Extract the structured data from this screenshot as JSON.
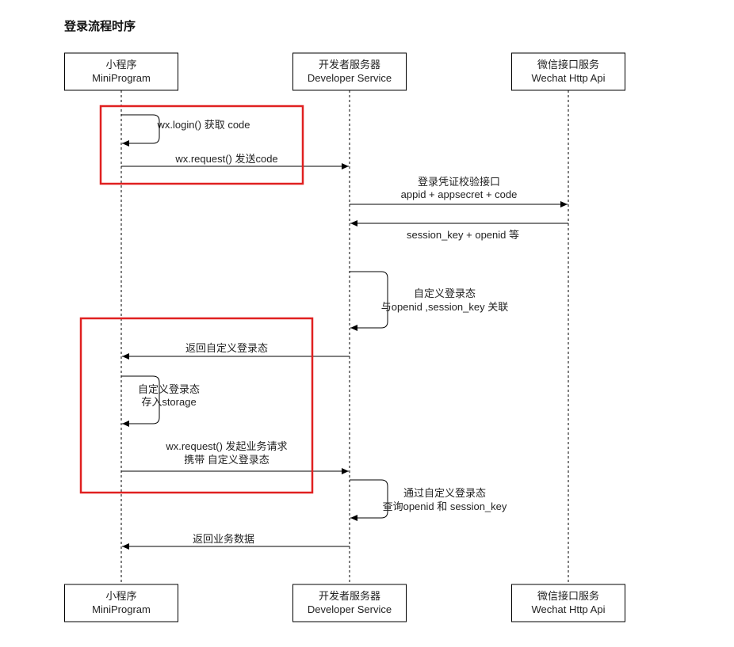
{
  "title": "登录流程时序",
  "participants": [
    {
      "id": "mini",
      "name_cn": "小程序",
      "name_en": "MiniProgram"
    },
    {
      "id": "dev",
      "name_cn": "开发者服务器",
      "name_en": "Developer Service"
    },
    {
      "id": "wx",
      "name_cn": "微信接口服务",
      "name_en": "Wechat Http Api"
    }
  ],
  "messages": [
    {
      "id": "login",
      "type": "self",
      "from": "mini",
      "lines": [
        "wx.login() 获取 code"
      ]
    },
    {
      "id": "send-code",
      "type": "call",
      "from": "mini",
      "to": "dev",
      "lines": [
        "wx.request() 发送code"
      ]
    },
    {
      "id": "verify",
      "type": "call",
      "from": "dev",
      "to": "wx",
      "lines": [
        "登录凭证校验接口",
        "appid + appsecret + code"
      ]
    },
    {
      "id": "return-session",
      "type": "call",
      "from": "wx",
      "to": "dev",
      "lines": [
        "session_key + openid 等"
      ]
    },
    {
      "id": "custom-state",
      "type": "self",
      "from": "dev",
      "lines": [
        "自定义登录态",
        "与openid ,session_key 关联"
      ]
    },
    {
      "id": "return-state",
      "type": "call",
      "from": "dev",
      "to": "mini",
      "lines": [
        "返回自定义登录态"
      ]
    },
    {
      "id": "store-state",
      "type": "self",
      "from": "mini",
      "lines": [
        "自定义登录态",
        "存入storage"
      ]
    },
    {
      "id": "business-request",
      "type": "call",
      "from": "mini",
      "to": "dev",
      "lines": [
        "wx.request() 发起业务请求",
        "携带 自定义登录态"
      ]
    },
    {
      "id": "query-session",
      "type": "self",
      "from": "dev",
      "lines": [
        "通过自定义登录态",
        "查询openid 和 session_key"
      ]
    },
    {
      "id": "return-data",
      "type": "call",
      "from": "dev",
      "to": "mini",
      "lines": [
        "返回业务数据"
      ]
    }
  ],
  "colors": {
    "line": "#000000",
    "box_border": "#000000",
    "highlight": "#e02020",
    "text": "#222222"
  }
}
